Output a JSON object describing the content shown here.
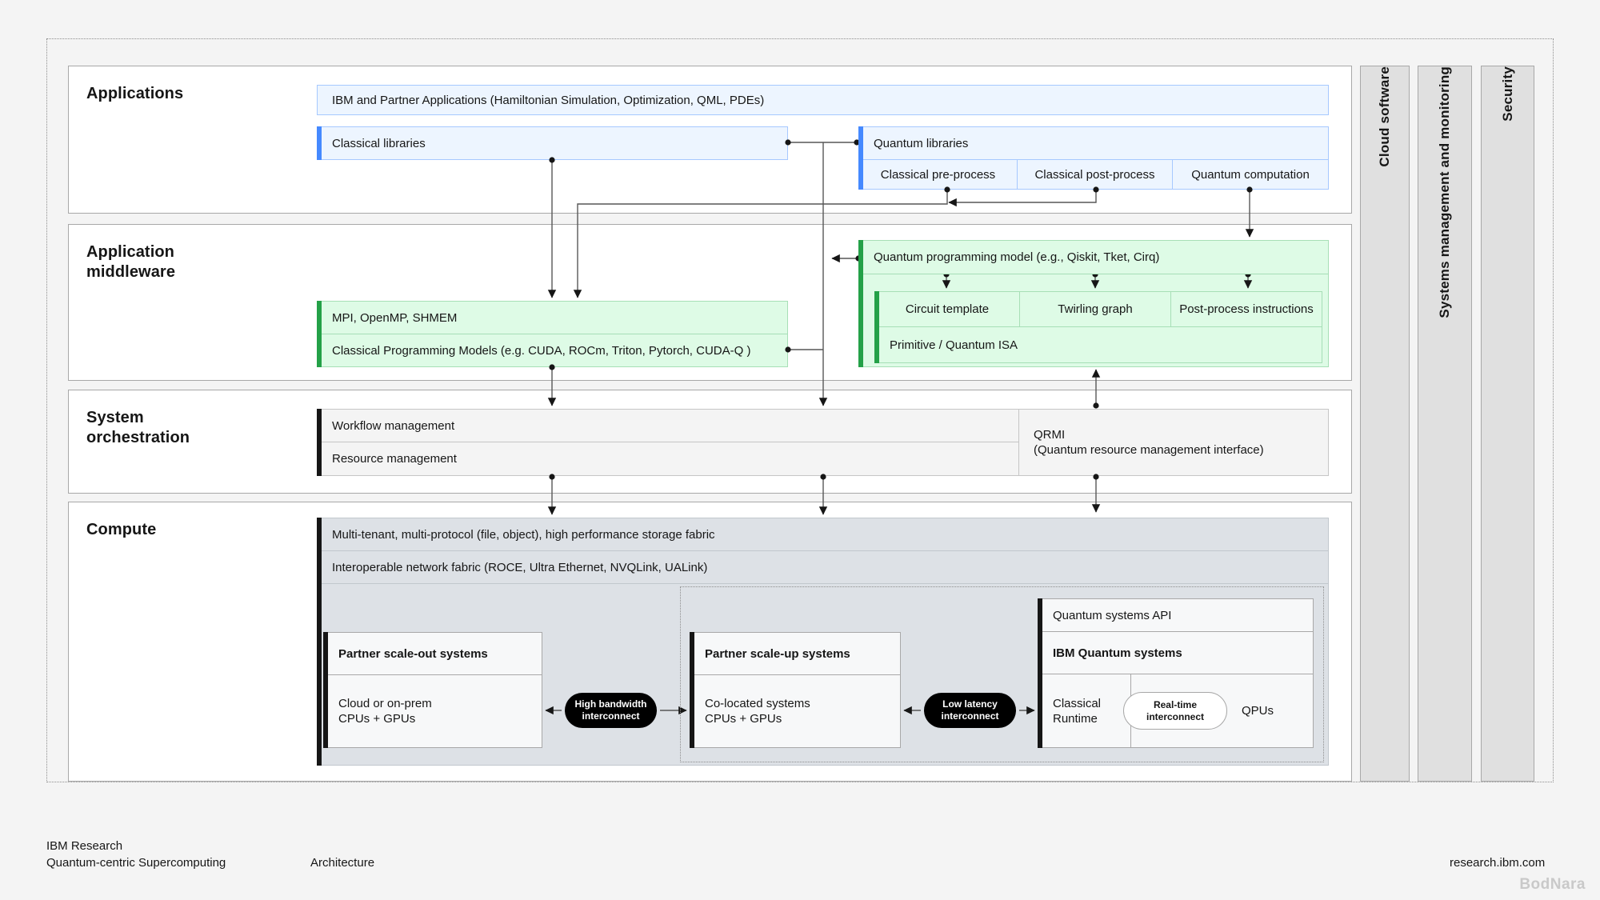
{
  "colors": {
    "accent_blue": "#4589ff",
    "accent_green": "#24a148",
    "accent_dark": "#161616",
    "blue_fill": "#edf5ff",
    "green_fill": "#defbe6",
    "grey_fill": "#dde1e6",
    "page_bg": "#f4f4f4"
  },
  "layers": [
    {
      "title": "Applications"
    },
    {
      "title": "Application\nmiddleware"
    },
    {
      "title": "System\norchestration"
    },
    {
      "title": "Compute"
    }
  ],
  "applications": {
    "ibm_partner_apps": "IBM and Partner Applications (Hamiltonian Simulation, Optimization, QML, PDEs)",
    "classical_libraries": "Classical libraries",
    "quantum_libraries": "Quantum libraries",
    "sub_boxes": [
      "Classical pre-process",
      "Classical post-process",
      "Quantum computation"
    ]
  },
  "middleware": {
    "mpi": "MPI, OpenMP, SHMEM",
    "classical_programming_models": "Classical Programming Models (e.g. CUDA, ROCm, Triton, Pytorch, CUDA-Q )",
    "quantum_programming_model": "Quantum programming model (e.g., Qiskit, Tket, Cirq)",
    "sub_boxes": [
      "Circuit template",
      "Twirling graph",
      "Post-process instructions"
    ],
    "primitive_isa": "Primitive / Quantum ISA"
  },
  "orchestration": {
    "workflow_management": "Workflow management",
    "resource_management": "Resource management",
    "qrmi": "QRMI\n(Quantum resource management interface)"
  },
  "compute": {
    "storage_fabric": "Multi-tenant, multi-protocol (file, object), high performance storage fabric",
    "network_fabric": "Interoperable network fabric (ROCE, Ultra Ethernet, NVQLink, UALink)",
    "scale_out": {
      "title": "Partner scale-out systems",
      "body": "Cloud or on-prem\nCPUs + GPUs"
    },
    "scale_up": {
      "title": "Partner scale-up systems",
      "body": "Co-located systems\nCPUs + GPUs"
    },
    "quantum": {
      "api": "Quantum systems API",
      "title": "IBM Quantum systems",
      "classical_runtime": "Classical\nRuntime",
      "qpus": "QPUs",
      "realtime_interconnect": "Real-time\ninterconnect"
    },
    "interconnect_high": "High bandwidth\ninterconnect",
    "interconnect_low": "Low latency\ninterconnect"
  },
  "side_columns": [
    "Cloud software",
    "Systems management and monitoring",
    "Security"
  ],
  "footer": {
    "org": "IBM Research\nQuantum-centric Supercomputing",
    "section": "Architecture",
    "url": "research.ibm.com",
    "watermark": "BodNara"
  }
}
